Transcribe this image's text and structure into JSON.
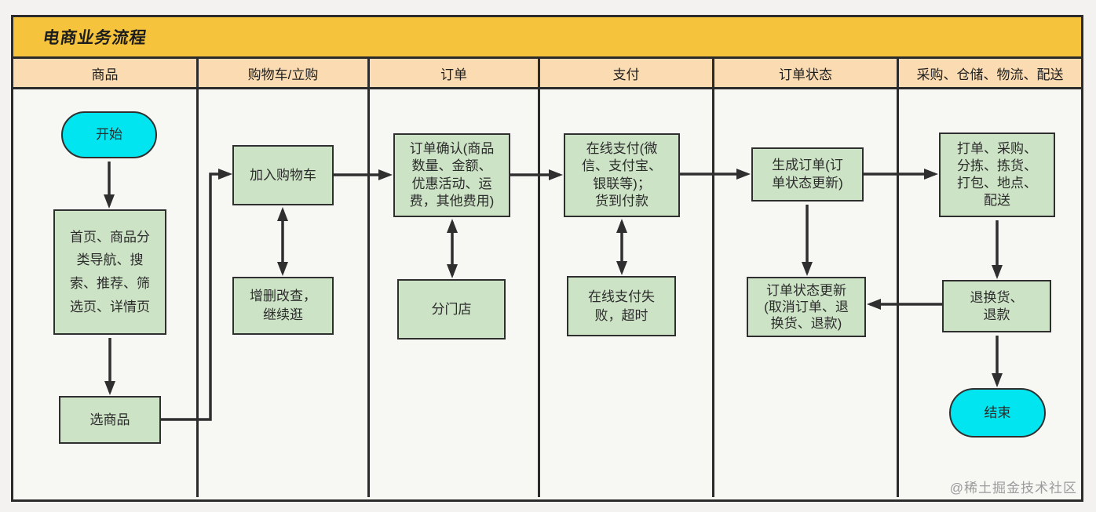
{
  "page": {
    "watermark": "@稀土掘金技术社区"
  },
  "diagram": {
    "title": "电商业务流程",
    "colors": {
      "title_bg": "#f5c33c",
      "lane_header_bg": "#fbdcb2",
      "process_fill": "#cde3c6",
      "terminal_fill": "#00e5ef",
      "border": "#2b2b2b",
      "connector": "#2f2f2f",
      "lane_bg": "#f7f7f4"
    },
    "lanes": [
      {
        "label": "商品"
      },
      {
        "label": "购物车/立购"
      },
      {
        "label": "订单"
      },
      {
        "label": "支付"
      },
      {
        "label": "订单状态"
      },
      {
        "label": "采购、仓储、物流、配送"
      }
    ],
    "nodes": [
      {
        "id": "start",
        "type": "terminal",
        "lane": "商品",
        "label": "开始"
      },
      {
        "id": "browse-pages",
        "type": "process",
        "lane": "商品",
        "label": "首页、商品分\n类导航、搜\n索、推荐、筛\n选页、详情页"
      },
      {
        "id": "select-goods",
        "type": "process",
        "lane": "商品",
        "label": "选商品"
      },
      {
        "id": "add-to-cart",
        "type": "process",
        "lane": "购物车/立购",
        "label": "加入购物车"
      },
      {
        "id": "cart-crud",
        "type": "process",
        "lane": "购物车/立购",
        "label": "增删改查，\n继续逛"
      },
      {
        "id": "order-confirm",
        "type": "process",
        "lane": "订单",
        "label": "订单确认(商品\n数量、金额、\n优惠活动、运\n费，其他费用)"
      },
      {
        "id": "split-store",
        "type": "process",
        "lane": "订单",
        "label": "分门店"
      },
      {
        "id": "online-pay",
        "type": "process",
        "lane": "支付",
        "label": "在线支付(微\n信、支付宝、\n银联等)；\n货到付款"
      },
      {
        "id": "pay-fail",
        "type": "process",
        "lane": "支付",
        "label": "在线支付失\n败，超时"
      },
      {
        "id": "generate-order",
        "type": "process",
        "lane": "订单状态",
        "label": "生成订单(订\n单状态更新)"
      },
      {
        "id": "order-status-update",
        "type": "process",
        "lane": "订单状态",
        "label": "订单状态更新\n(取消订单、退\n换货、退款)"
      },
      {
        "id": "fulfillment",
        "type": "process",
        "lane": "采购、仓储、物流、配送",
        "label": "打单、采购、\n分拣、拣货、\n打包、地点、\n配送"
      },
      {
        "id": "return-refund",
        "type": "process",
        "lane": "采购、仓储、物流、配送",
        "label": "退换货、\n退款"
      },
      {
        "id": "end",
        "type": "terminal",
        "lane": "采购、仓储、物流、配送",
        "label": "结束"
      }
    ],
    "edges": [
      {
        "from": "start",
        "to": "browse-pages",
        "style": "arrow"
      },
      {
        "from": "browse-pages",
        "to": "select-goods",
        "style": "arrow"
      },
      {
        "from": "select-goods",
        "to": "add-to-cart",
        "style": "arrow-elbow"
      },
      {
        "from": "add-to-cart",
        "to": "cart-crud",
        "style": "double-arrow"
      },
      {
        "from": "add-to-cart",
        "to": "order-confirm",
        "style": "arrow"
      },
      {
        "from": "order-confirm",
        "to": "split-store",
        "style": "double-arrow"
      },
      {
        "from": "order-confirm",
        "to": "online-pay",
        "style": "arrow"
      },
      {
        "from": "online-pay",
        "to": "pay-fail",
        "style": "double-arrow"
      },
      {
        "from": "online-pay",
        "to": "generate-order",
        "style": "arrow"
      },
      {
        "from": "generate-order",
        "to": "order-status-update",
        "style": "arrow"
      },
      {
        "from": "generate-order",
        "to": "fulfillment",
        "style": "arrow"
      },
      {
        "from": "fulfillment",
        "to": "return-refund",
        "style": "arrow"
      },
      {
        "from": "return-refund",
        "to": "order-status-update",
        "style": "arrow"
      },
      {
        "from": "return-refund",
        "to": "end",
        "style": "arrow"
      }
    ]
  }
}
